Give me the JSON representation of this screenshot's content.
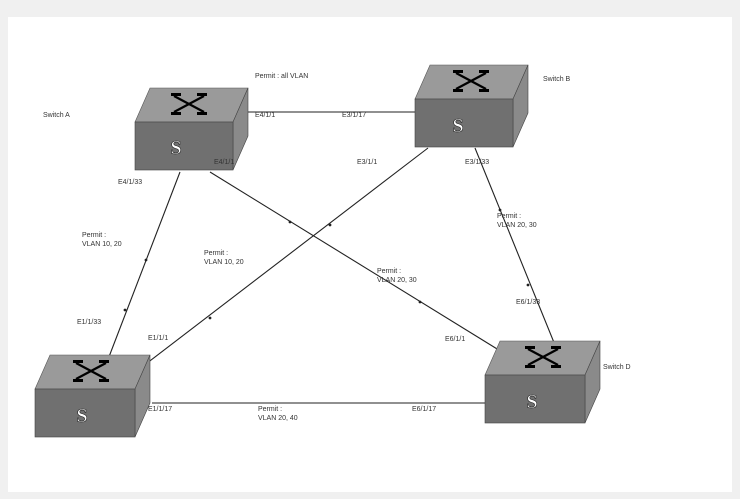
{
  "switches": {
    "a": {
      "name": "Switch A",
      "letter": "S"
    },
    "b": {
      "name": "Switch B",
      "letter": "S"
    },
    "c": {
      "letter": "S"
    },
    "d": {
      "name": "Switch D",
      "letter": "S"
    }
  },
  "links": {
    "ab": {
      "permit": "Permit : all VLAN",
      "port_a": "E4/1/1",
      "port_b": "E3/1/17"
    },
    "ac": {
      "permit_line1": "Permit :",
      "permit_line2": "VLAN 10, 20",
      "port_a": "E4/1/33",
      "port_c": "E1/1/33"
    },
    "ad": {
      "permit_line1": "Permit :",
      "permit_line2": "VLAN 20, 30",
      "port_a": "E4/1/1",
      "port_d": "E6/1/1"
    },
    "bc": {
      "permit_line1": "Permit :",
      "permit_line2": "VLAN 10, 20",
      "port_b": "E3/1/1",
      "port_c": "E1/1/1"
    },
    "bd": {
      "permit_line1": "Permit :",
      "permit_line2": "VLAN 20, 30",
      "port_b": "E3/1/33",
      "port_d": "E6/1/33"
    },
    "cd": {
      "permit_line1": "Permit :",
      "permit_line2": "VLAN 20, 40",
      "port_c": "E1/1/17",
      "port_d": "E6/1/17"
    }
  },
  "colors": {
    "switch_body": "#707070",
    "switch_top": "#9a9a9a",
    "link": "#222222",
    "background": "#ffffff"
  }
}
